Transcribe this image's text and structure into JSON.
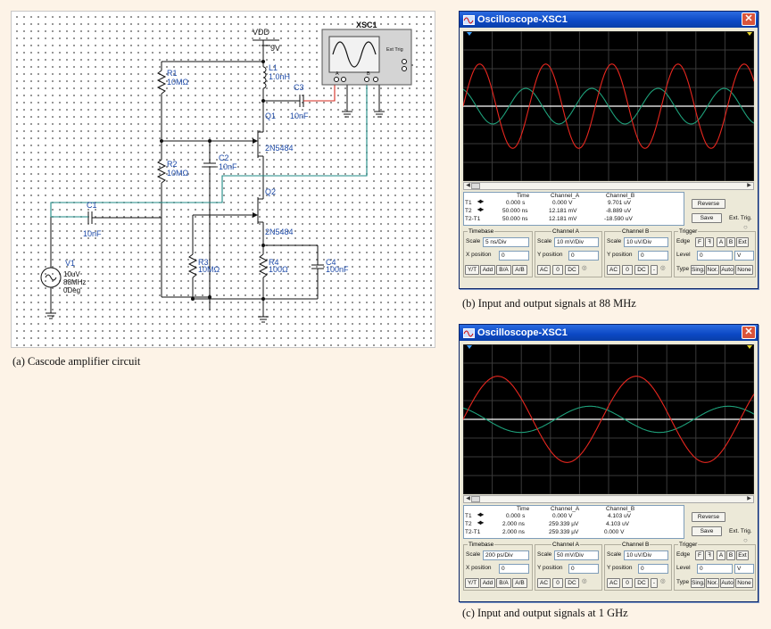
{
  "circuit": {
    "caption": "(a) Cascode amplifier circuit",
    "vdd_label": "VDD",
    "vdd_value": "9V",
    "xsc_label": "XSC1",
    "ext_trig": "Ext Trig",
    "probe_a": "A",
    "probe_b": "B",
    "r1": "R1",
    "r1_val": "10MΩ",
    "l1": "L1",
    "l1_val": "1.0nH",
    "c3": "C3",
    "c3_val": "10nF",
    "q1": "Q1",
    "q1_part": "2N5484",
    "c2": "C2",
    "c2_val": "10nF",
    "r2": "R2",
    "r2_val": "10MΩ",
    "c1": "C1",
    "c1_val": "10nF",
    "q2": "Q2",
    "q2_part": "2N5484",
    "r3": "R3",
    "r3_val": "10MΩ",
    "r4": "R4",
    "r4_val": "100Ω",
    "c4": "C4",
    "c4_val": "100nF",
    "v1": "V1",
    "v1_amp": "10uV",
    "v1_freq": "88MHz",
    "v1_phase": "0Deg"
  },
  "scopes": [
    {
      "title": "Oscilloscope-XSC1",
      "caption": "(b) Input and output signals at 88 MHz",
      "time_header": "Time",
      "cha_header": "Channel_A",
      "chb_header": "Channel_B",
      "rows": [
        {
          "label": "T1",
          "time": "0.000 s",
          "a": "0.000 V",
          "b": "9.701 uV"
        },
        {
          "label": "T2",
          "time": "50.000 ns",
          "a": "12.181 mV",
          "b": "-8.889 uV"
        },
        {
          "label": "T2-T1",
          "time": "50.000 ns",
          "a": "12.181 mV",
          "b": "-18.590 uV"
        }
      ],
      "reverse": "Reverse",
      "save": "Save",
      "ext_trig": "Ext. Trig.",
      "timebase_title": "Timebase",
      "cha_title": "Channel A",
      "chb_title": "Channel B",
      "trigger_title": "Trigger",
      "scale_label": "Scale",
      "tb_scale": "5 ns/Div",
      "cha_scale": "10 mV/Div",
      "chb_scale": "10 uV/Div",
      "xpos_label": "X position",
      "ypos_label": "Y position",
      "xpos": "0",
      "ya_pos": "0",
      "yb_pos": "0",
      "edge_label": "Edge",
      "level_label": "Level",
      "level_val": "0",
      "level_unit": "V",
      "yt": "Y/T",
      "add": "Add",
      "ba": "B/A",
      "ab": "A/B",
      "ac": "AC",
      "zero": "0",
      "dc": "DC",
      "minus": "-",
      "type_label": "Type",
      "sing": "Sing.",
      "nor": "Nor.",
      "auto": "Auto",
      "none": "None",
      "trig_a": "A",
      "trig_b": "B",
      "trig_ext": "Ext",
      "signals": {
        "grid_cols": 10,
        "grid_rows": 8,
        "red_cycles": 4.4,
        "red_phase": 0.0,
        "red_amp_div": 2.25,
        "red_color": "#e8271f",
        "green_cycles": 4.4,
        "green_phase": 1.9,
        "green_amp_div": 0.95,
        "green_color": "#1ea07a"
      }
    },
    {
      "title": "Oscilloscope-XSC1",
      "caption": "(c) Input and output signals at 1 GHz",
      "time_header": "Time",
      "cha_header": "Channel_A",
      "chb_header": "Channel_B",
      "rows": [
        {
          "label": "T1",
          "time": "0.000 s",
          "a": "0.000 V",
          "b": "4.103 uV"
        },
        {
          "label": "T2",
          "time": "2.000 ns",
          "a": "259.339 µV",
          "b": "4.103 uV"
        },
        {
          "label": "T2-T1",
          "time": "2.000 ns",
          "a": "259.339 µV",
          "b": "0.000 V"
        }
      ],
      "reverse": "Reverse",
      "save": "Save",
      "ext_trig": "Ext. Trig.",
      "timebase_title": "Timebase",
      "cha_title": "Channel A",
      "chb_title": "Channel B",
      "trigger_title": "Trigger",
      "scale_label": "Scale",
      "tb_scale": "200 ps/Div",
      "cha_scale": "50 mV/Div",
      "chb_scale": "10 uV/Div",
      "xpos_label": "X position",
      "ypos_label": "Y position",
      "xpos": "0",
      "ya_pos": "0",
      "yb_pos": "0",
      "edge_label": "Edge",
      "level_label": "Level",
      "level_val": "0",
      "level_unit": "V",
      "yt": "Y/T",
      "add": "Add",
      "ba": "B/A",
      "ab": "A/B",
      "ac": "AC",
      "zero": "0",
      "dc": "DC",
      "minus": "-",
      "type_label": "Type",
      "sing": "Sing.",
      "nor": "Nor.",
      "auto": "Auto",
      "none": "None",
      "trig_a": "A",
      "trig_b": "B",
      "trig_ext": "Ext",
      "signals": {
        "grid_cols": 10,
        "grid_rows": 8,
        "red_cycles": 2.1,
        "red_phase": 0.0,
        "red_amp_div": 2.3,
        "red_color": "#e8271f",
        "green_cycles": 2.1,
        "green_phase": 2.1,
        "green_amp_div": 0.7,
        "green_color": "#1ea07a"
      }
    }
  ]
}
